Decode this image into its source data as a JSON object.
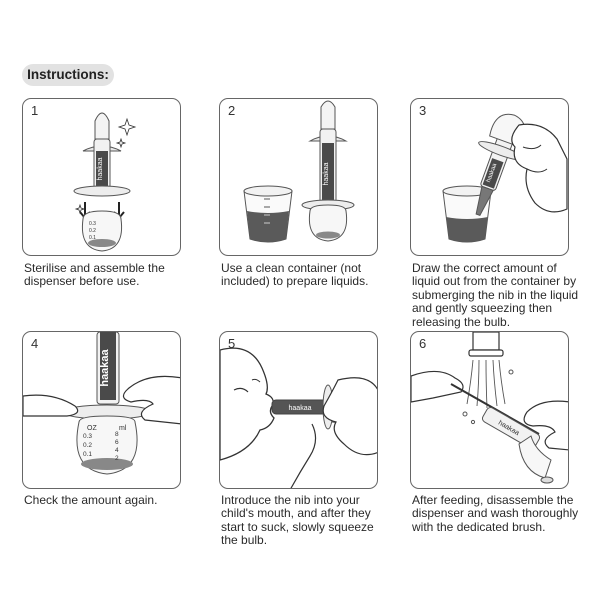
{
  "header": {
    "title": "Instructions:"
  },
  "steps": [
    {
      "number": "1",
      "caption": "Sterilise and assemble the dispenser before use."
    },
    {
      "number": "2",
      "caption": "Use a clean container (not included) to prepare liquids."
    },
    {
      "number": "3",
      "caption": "Draw the correct amount of liquid out from the container by submerging the nib in the liquid and gently squeezing then releasing the bulb."
    },
    {
      "number": "4",
      "caption": "Check the amount again."
    },
    {
      "number": "5",
      "caption": "Introduce the nib into your child's mouth, and after they start to suck, slowly squeeze the bulb."
    },
    {
      "number": "6",
      "caption": "After feeding, disassemble the dispenser and wash thoroughly with the dedicated brush."
    }
  ],
  "brand": "haakaa",
  "scale_labels": {
    "oz": "OZ",
    "ml": "ml",
    "oz_marks": [
      "0.3",
      "0.2",
      "0.1"
    ],
    "ml_marks": [
      "8",
      "6",
      "4",
      "2"
    ]
  }
}
